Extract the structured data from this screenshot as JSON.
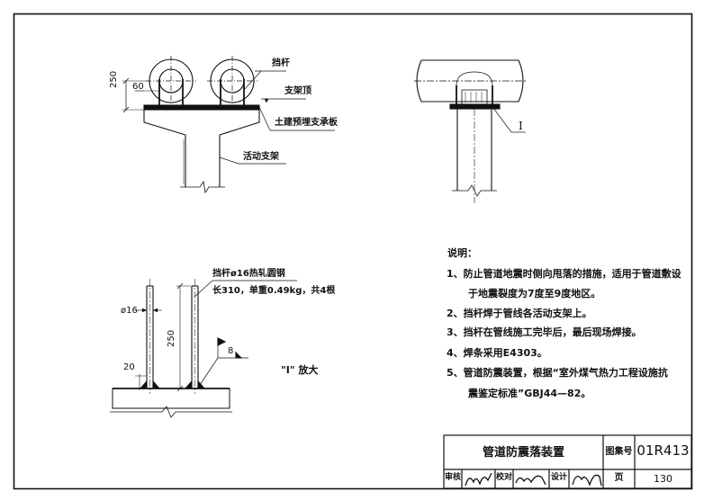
{
  "drawing1": {
    "dim_250": "250",
    "dim_60": "60",
    "label_rod": "挡杆",
    "label_top": "支架顶",
    "label_plate": "土建预埋支承板",
    "label_support": "活动支架"
  },
  "drawing2": {
    "callout": "I"
  },
  "drawing3": {
    "spec_line1": "挡杆ø16热轧圆钢",
    "spec_line2": "长310，单重0.49kg，共4根",
    "dim_phi16": "ø16",
    "dim_250": "250",
    "dim_20": "20",
    "weld_size": "8",
    "detail_title": "\"I\" 放大"
  },
  "notes": {
    "title": "说明：",
    "items": [
      "1、防止管道地震时侧向甩落的措施，适用于管道敷设",
      "于地震裂度为7度至9度地区。",
      "2、挡杆焊于管线各活动支架上。",
      "3、挡杆在管线施工完毕后，最后现场焊接。",
      "4、焊条采用E4303。",
      "5、管道防震装置，根据“室外煤气热力工程设施抗",
      "震鉴定标准”GBJ44—82。"
    ]
  },
  "title_block": {
    "drawing_name": "管道防震落装置",
    "atlas_label": "图集号",
    "atlas_no": "01R413",
    "review": "审核",
    "check": "校对",
    "design": "设计",
    "page_label": "页",
    "page_no": "130"
  }
}
